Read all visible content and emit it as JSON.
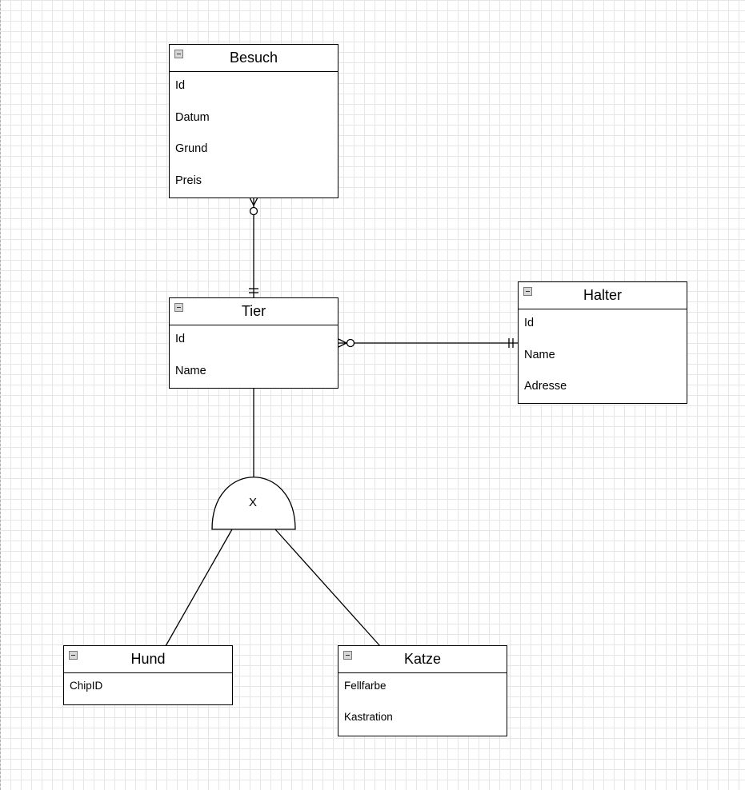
{
  "entities": {
    "besuch": {
      "title": "Besuch",
      "attributes": [
        "Id",
        "Datum",
        "Grund",
        "Preis"
      ]
    },
    "tier": {
      "title": "Tier",
      "attributes": [
        "Id",
        "Name"
      ]
    },
    "halter": {
      "title": "Halter",
      "attributes": [
        "Id",
        "Name",
        "Adresse"
      ]
    },
    "hund": {
      "title": "Hund",
      "attributes": [
        "ChipID"
      ]
    },
    "katze": {
      "title": "Katze",
      "attributes": [
        "Fellfarbe",
        "Kastration"
      ]
    }
  },
  "specialization": {
    "label": "X"
  },
  "relationships": [
    {
      "from": "Besuch",
      "to": "Tier",
      "from_cardinality": "zero-or-many",
      "to_cardinality": "exactly-one"
    },
    {
      "from": "Tier",
      "to": "Halter",
      "from_cardinality": "zero-or-many",
      "to_cardinality": "exactly-one"
    }
  ]
}
